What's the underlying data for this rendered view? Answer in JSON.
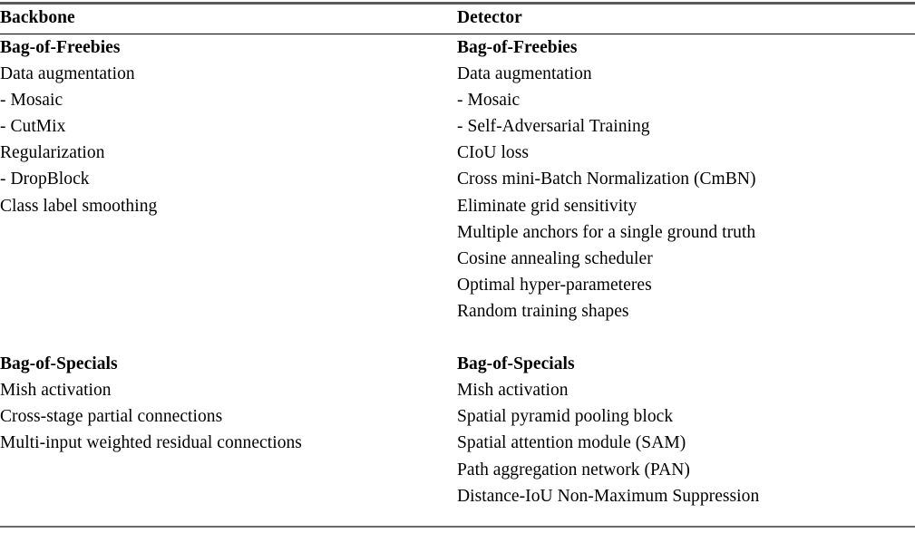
{
  "table": {
    "headers": [
      {
        "label": "Backbone"
      },
      {
        "label": "Detector"
      }
    ],
    "rows": [
      {
        "left": "Bag-of-Freebies",
        "left_bold": true,
        "right": "Bag-of-Freebies",
        "right_bold": true
      },
      {
        "left": "Data augmentation",
        "left_bold": false,
        "right": "Data augmentation",
        "right_bold": false
      },
      {
        "left": "- Mosaic",
        "left_bold": false,
        "right": "- Mosaic",
        "right_bold": false
      },
      {
        "left": "- CutMix",
        "left_bold": false,
        "right": "- Self-Adversarial Training",
        "right_bold": false
      },
      {
        "left": "Regularization",
        "left_bold": false,
        "right": "CIoU loss",
        "right_bold": false
      },
      {
        "left": "- DropBlock",
        "left_bold": false,
        "right": "Cross mini-Batch Normalization (CmBN)",
        "right_bold": false
      },
      {
        "left": "Class label smoothing",
        "left_bold": false,
        "right": "Eliminate grid sensitivity",
        "right_bold": false
      },
      {
        "left": "",
        "left_bold": false,
        "right": "Multiple anchors for a single ground truth",
        "right_bold": false
      },
      {
        "left": "",
        "left_bold": false,
        "right": "Cosine annealing scheduler",
        "right_bold": false
      },
      {
        "left": "",
        "left_bold": false,
        "right": "Optimal hyper-parameteres",
        "right_bold": false
      },
      {
        "left": "",
        "left_bold": false,
        "right": "Random training shapes",
        "right_bold": false
      },
      {
        "left": "",
        "left_bold": false,
        "right": "",
        "right_bold": false
      },
      {
        "left": "Bag-of-Specials",
        "left_bold": true,
        "right": "Bag-of-Specials",
        "right_bold": true
      },
      {
        "left": "Mish activation",
        "left_bold": false,
        "right": "Mish activation",
        "right_bold": false
      },
      {
        "left": "Cross-stage partial connections",
        "left_bold": false,
        "right": "Spatial pyramid pooling block",
        "right_bold": false
      },
      {
        "left": "Multi-input weighted residual connections",
        "left_bold": false,
        "right": "Spatial attention module (SAM)",
        "right_bold": false
      },
      {
        "left": "",
        "left_bold": false,
        "right": "Path aggregation network (PAN)",
        "right_bold": false
      },
      {
        "left": "",
        "left_bold": false,
        "right": "Distance-IoU Non-Maximum Suppression",
        "right_bold": false
      }
    ]
  },
  "style": {
    "rule_top_color": "#5a5a5a",
    "rule_mid_color": "#000000",
    "rule_bottom_color": "#6a6a6a",
    "text_color": "#000000",
    "background_color": "#ffffff"
  }
}
